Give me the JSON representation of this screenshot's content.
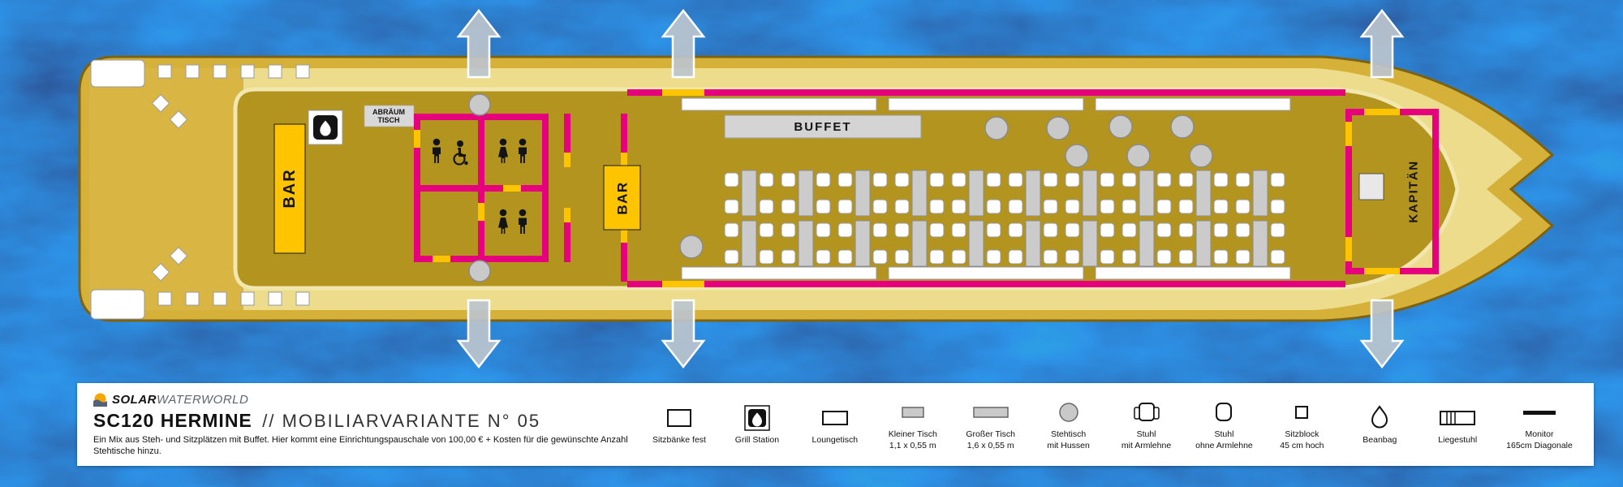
{
  "plan": {
    "bar_left_label": "BAR",
    "bar_right_label": "BAR",
    "buffet_label": "BUFFET",
    "captain_label": "KAPITÄN",
    "clearing_table_line1": "ABRÄUM",
    "clearing_table_line2": "TISCH"
  },
  "legend": {
    "brand_bold": "SOLAR",
    "brand_light": "WATERWORLD",
    "title_main": "SC120 HERMINE",
    "title_rest": "// MOBILIARVARIANTE N° 05",
    "description": "Ein Mix aus Steh- und Sitzplätzen mit Buffet. Hier kommt eine Einrichtungspauschale von 100,00 € + Kosten für die gewünschte Anzahl Stehtische hinzu.",
    "items": [
      {
        "icon": "fixed-bench-icon",
        "label": "Sitzbänke fest"
      },
      {
        "icon": "grill-station-icon",
        "label": "Grill Station"
      },
      {
        "icon": "lounge-table-icon",
        "label": "Loungetisch"
      },
      {
        "icon": "small-table-icon",
        "label": "Kleiner Tisch\n1,1 x 0,55 m"
      },
      {
        "icon": "large-table-icon",
        "label": "Großer Tisch\n1,6 x 0,55 m"
      },
      {
        "icon": "standing-table-icon",
        "label": "Stehtisch\nmit Hussen"
      },
      {
        "icon": "chair-armrest-icon",
        "label": "Stuhl\nmit Armlehne"
      },
      {
        "icon": "chair-no-armrest-icon",
        "label": "Stuhl\nohne Armlehne"
      },
      {
        "icon": "seat-block-icon",
        "label": "Sitzblock\n45 cm hoch"
      },
      {
        "icon": "beanbag-icon",
        "label": "Beanbag"
      },
      {
        "icon": "sun-lounger-icon",
        "label": "Liegestuhl"
      },
      {
        "icon": "monitor-icon",
        "label": "Monitor\n165cm Diagonale"
      }
    ]
  },
  "colors": {
    "water": "#1743B0",
    "hull_gold": "#D6B13A",
    "deck_pale": "#ECDC8C",
    "cabin_dark": "#B3941F",
    "wall_pink": "#E6007E",
    "door_yellow": "#FFC400",
    "furniture_gray": "#C9C9C9"
  }
}
